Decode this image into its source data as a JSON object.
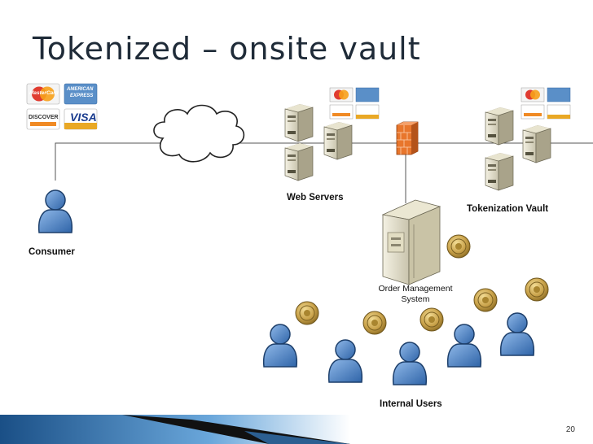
{
  "slide": {
    "title": "Tokenized – onsite vault",
    "page_number": "20"
  },
  "labels": {
    "consumer": "Consumer",
    "web_servers": "Web Servers",
    "tokenization_vault": "Tokenization Vault",
    "order_management_line1": "Order Management",
    "order_management_line2": "System",
    "internal_users": "Internal Users"
  },
  "cards": {
    "mastercard": "MasterCard",
    "amex_line1": "AMERICAN",
    "amex_line2": "EXPRESS",
    "discover": "DISCOVER",
    "visa": "VISA"
  },
  "colors": {
    "title": "#1f2b38",
    "bar_blue": "#2e6fa8",
    "user_blue": "#4a82c8",
    "firewall": "#e8762c",
    "token_gold": "#c9a24a"
  }
}
